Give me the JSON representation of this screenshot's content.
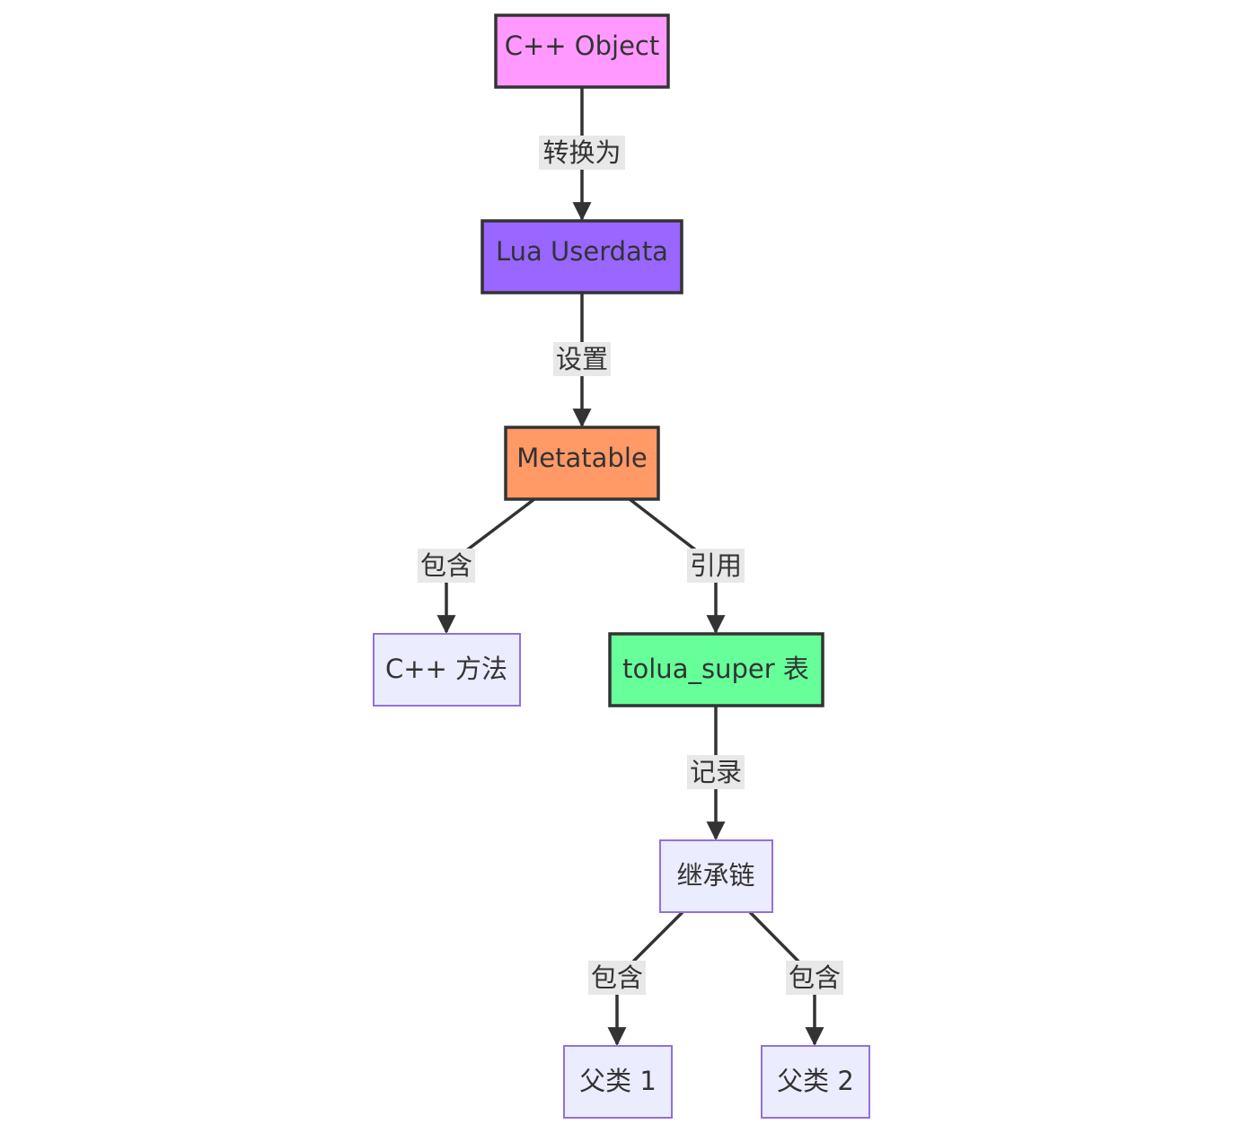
{
  "nodes": {
    "cpp_object": {
      "label": "C++ Object",
      "fill": "#ff99ff",
      "stroke": "#333333"
    },
    "lua_userdata": {
      "label": "Lua Userdata",
      "fill": "#9966ff",
      "stroke": "#333333"
    },
    "metatable": {
      "label": "Metatable",
      "fill": "#ff9966",
      "stroke": "#333333"
    },
    "cpp_methods": {
      "label": "C++ 方法",
      "fill": "#ececff",
      "stroke": "#9370db"
    },
    "tolua_super": {
      "label": "tolua_super 表",
      "fill": "#66ff99",
      "stroke": "#333333"
    },
    "inheritance_chain": {
      "label": "继承链",
      "fill": "#ececff",
      "stroke": "#9370db"
    },
    "parent_1": {
      "label": "父类 1",
      "fill": "#ececff",
      "stroke": "#9370db"
    },
    "parent_2": {
      "label": "父类 2",
      "fill": "#ececff",
      "stroke": "#9370db"
    }
  },
  "edges": {
    "object_to_userdata": {
      "from": "C++ Object",
      "to": "Lua Userdata",
      "label": "转换为"
    },
    "userdata_to_metatable": {
      "from": "Lua Userdata",
      "to": "Metatable",
      "label": "设置"
    },
    "metatable_to_methods": {
      "from": "Metatable",
      "to": "C++ 方法",
      "label": "包含"
    },
    "metatable_to_super": {
      "from": "Metatable",
      "to": "tolua_super 表",
      "label": "引用"
    },
    "super_to_chain": {
      "from": "tolua_super 表",
      "to": "继承链",
      "label": "记录"
    },
    "chain_to_parent1": {
      "from": "继承链",
      "to": "父类 1",
      "label": "包含"
    },
    "chain_to_parent2": {
      "from": "继承链",
      "to": "父类 2",
      "label": "包含"
    }
  }
}
